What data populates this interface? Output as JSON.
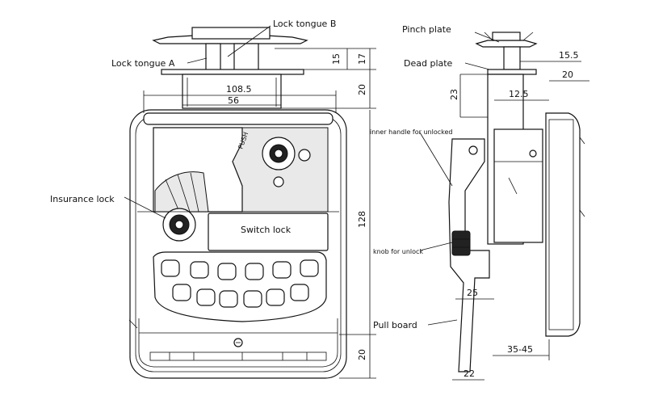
{
  "labels": {
    "lock_tongue_b": "Lock tongue B",
    "lock_tongue_a": "Lock tongue A",
    "insurance_lock": "Insurance lock",
    "switch_lock": "Switch lock",
    "pinch_plate": "Pinch plate",
    "dead_plate": "Dead plate",
    "inner_handle": "inner handle for unlocked",
    "knob_unlock": "knob for unlock",
    "pull_board": "Pull board"
  },
  "dimensions": {
    "d15": "15",
    "d17": "17",
    "d20_front_top": "20",
    "d108_5": "108.5",
    "d56": "56",
    "d128": "128",
    "d20_front_bottom": "20",
    "d15_5": "15.5",
    "d20_side": "20",
    "d23": "23",
    "d12_5": "12.5",
    "d25": "25",
    "d35_45": "35-45",
    "d22": "22"
  },
  "colors": {
    "line": "#111111",
    "background": "#ffffff"
  }
}
